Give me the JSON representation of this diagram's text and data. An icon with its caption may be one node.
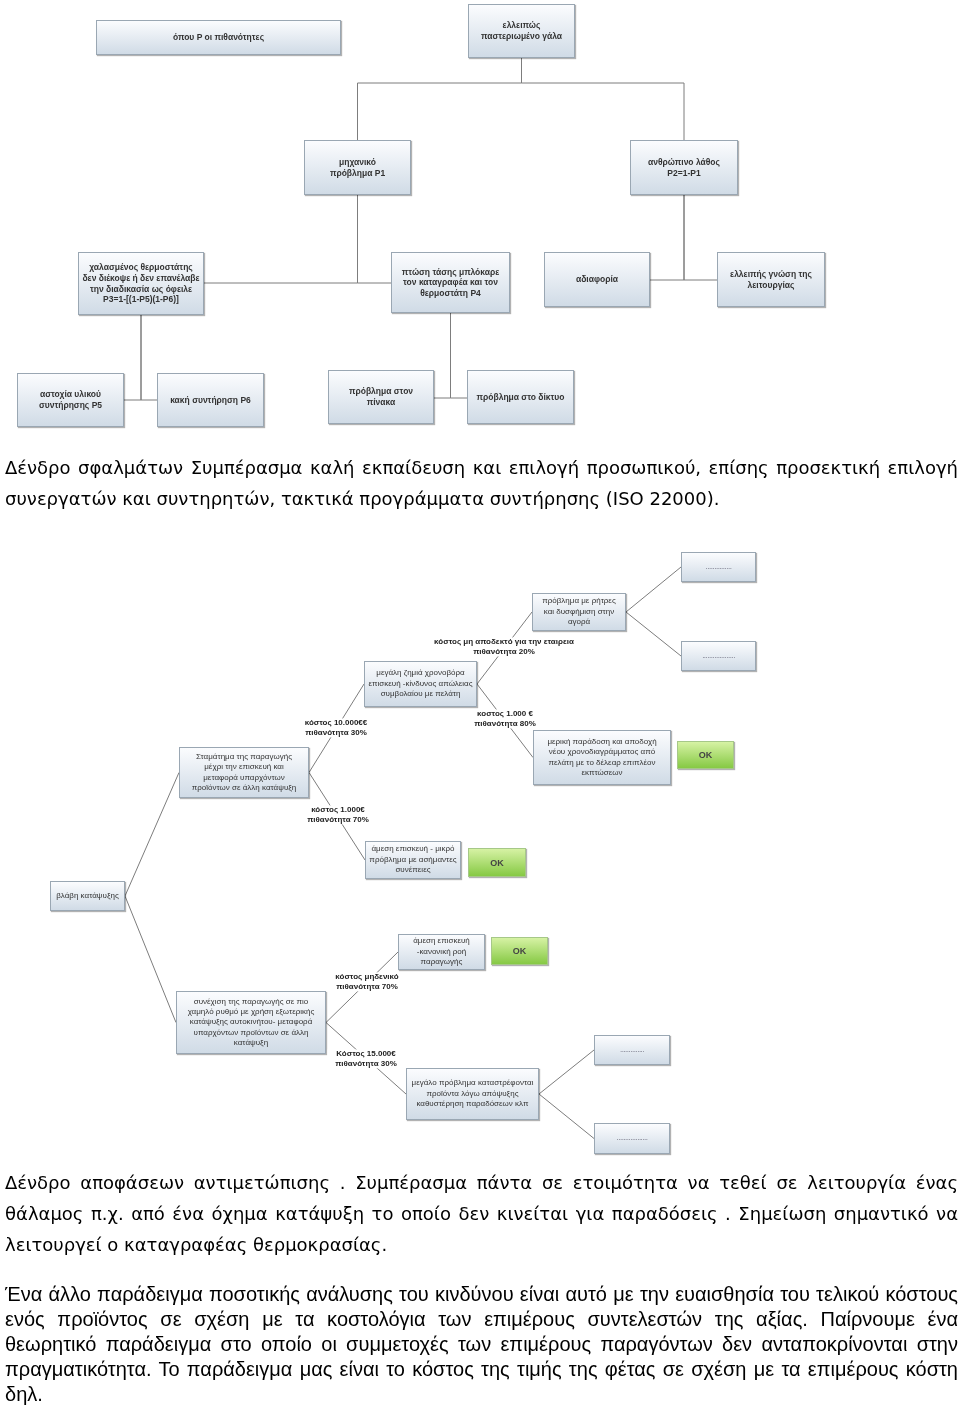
{
  "diagram": {
    "nodes": [
      {
        "text": [
          "όπου P οι πιθανότητες"
        ]
      },
      {
        "text": [
          "ελλειπώς παστεριωμένο γάλα"
        ]
      },
      {
        "text": [
          "μηχανικό πρόβλημα P1"
        ]
      },
      {
        "text": [
          "ανθρώπινο λάθος P2=1-P1"
        ]
      },
      {
        "text": [
          "χαλασμένος θερμοστάτης δεν διέκοψε ή δεν επανέλαβε την διαδικασία ως όφειλε P3=1-[(1-P5)(1-P6)]"
        ]
      },
      {
        "text": [
          "πτώση τάσης μπλόκαρε τον καταγραφέα και τον θερμοστάτη P4"
        ]
      },
      {
        "text": [
          "αδιαφορία"
        ]
      },
      {
        "text": [
          "ελλειπής γνώση της λειτουργίας"
        ]
      },
      {
        "text": [
          "αστοχία υλικού συντήρησης P5"
        ]
      },
      {
        "text": [
          "κακή συντήρηση P6"
        ]
      },
      {
        "text": [
          "πρόβλημα στον πίνακα"
        ]
      },
      {
        "text": [
          "πρόβλημα στο δίκτυο"
        ]
      },
      {
        "text": [
          "βλάβη κατάψυξης"
        ]
      },
      {
        "text": [
          "Σταμάτημα της παραγωγής μέχρι την επισκευή και μεταφορά υπαρχόντων προϊόντων σε άλλη κατάψυξη"
        ]
      },
      {
        "text": [
          "μεγάλη ζημιά χρονοβόρα επισκευή -κίνδυνος απώλειας συμβολαίου με πελάτη"
        ]
      },
      {
        "text": [
          "πρόβλημα με ρήτρες και δυσφήμιση στην αγορά"
        ]
      },
      {
        "text": [
          "..............."
        ]
      },
      {
        "text": [
          "..................."
        ]
      },
      {
        "text": [
          "μερική παράδοση και αποδοχή νέου χρονοδιαγράμματος από πελάτη με το δέλεαρ επιπλέον εκπτώσεων"
        ]
      },
      {
        "text": [
          "OK"
        ]
      },
      {
        "text": [
          "άμεση επισκευή - μικρό πρόβλημα με ασήμαντες συνέπειες"
        ]
      },
      {
        "text": [
          "OK"
        ]
      },
      {
        "text": [
          "συνέχιση της παραγωγής σε πιο χαμηλό ρυθμό με χρήση εξωτερικής κατάψυξης αυτοκινήτου- μεταφορά υπαρχόντων προϊόντων σε άλλη κατάψυξη"
        ]
      },
      {
        "text": [
          "άμεση επισκευή -κανονική ροή παραγωγής"
        ]
      },
      {
        "text": [
          "OK"
        ]
      },
      {
        "text": [
          "μεγάλο πρόβλημα καταστρέφονται προϊόντα λόγω απόψυξης καθυστέρηση παραδόσεων κλπ"
        ]
      },
      {
        "text": [
          ".............."
        ]
      },
      {
        "text": [
          ".................."
        ]
      }
    ],
    "edges": [
      {
        "from": 1,
        "to": 2,
        "arrow": "none"
      },
      {
        "from": 1,
        "to": 3,
        "arrow": "none"
      },
      {
        "from": 2,
        "to": 4,
        "arrow": "none"
      },
      {
        "from": 2,
        "to": 5,
        "arrow": "none"
      },
      {
        "from": 3,
        "to": 6,
        "arrow": "none"
      },
      {
        "from": 3,
        "to": 7,
        "arrow": "none"
      },
      {
        "from": 4,
        "to": 8,
        "arrow": "none"
      },
      {
        "from": 4,
        "to": 9,
        "arrow": "none"
      },
      {
        "from": 5,
        "to": 10,
        "arrow": "none"
      },
      {
        "from": 5,
        "to": 11,
        "arrow": "none"
      },
      {
        "from": 12,
        "to": 13,
        "arrow": "none"
      },
      {
        "from": 13,
        "to": 14,
        "arrow": "none",
        "label": "κόστος 10.000€€ πιθανότητα 30%"
      },
      {
        "from": 14,
        "to": 15,
        "arrow": "none",
        "label": "κόστος μη αποδεκτό για την εταιρεια πιθανότητα 20%"
      },
      {
        "from": 15,
        "to": 16,
        "arrow": "none"
      },
      {
        "from": 15,
        "to": 17,
        "arrow": "none"
      },
      {
        "from": 14,
        "to": 18,
        "arrow": "none",
        "label": "κοστος 1.000 € πιθανότητα 80%"
      },
      {
        "from": 13,
        "to": 20,
        "arrow": "none",
        "label": "κόστος 1.000€ πιθανότητα 70%"
      },
      {
        "from": 12,
        "to": 22,
        "arrow": "none"
      },
      {
        "from": 22,
        "to": 23,
        "arrow": "none",
        "label": "κόστος μηδενικό πιθανότητα 70%"
      },
      {
        "from": 22,
        "to": 25,
        "arrow": "none",
        "label": "Κόστος 15.000€ πιθανότητα 30%"
      },
      {
        "from": 25,
        "to": 26,
        "arrow": "none"
      },
      {
        "from": 25,
        "to": 27,
        "arrow": "none"
      }
    ],
    "labels": [
      "Δένδρο σφαλμάτων Συμπέρασμα καλή εκπαίδευση και επιλογή προσωπικού, επίσης προσεκτική επιλογή συνεργατών και συντηρητών, τακτικά προγράμματα συντήρησης (ISO 22000).",
      "Δένδρο αποφάσεων αντιμετώπισης . Συμπέρασμα πάντα σε ετοιμότητα να τεθεί σε λειτουργία ένας θάλαμος π.χ. από ένα όχημα κατάψυξη το οποίο δεν κινείται για παραδόσεις . Σημείωση σημαντικό να λειτουργεί ο καταγραφέας θερμοκρασίας.",
      "Ένα άλλο παράδειγμα ποσοτικής ανάλυσης του κινδύνου είναι αυτό με την ευαισθησία του τελικού κόστους ενός προϊόντος σε σχέση με τα κοστολόγια των επιμέρους συντελεστών της αξίας. Παίρνουμε ένα θεωρητικό παράδειγμα στο οποίο οι συμμετοχές των επιμέρους παραγόντων δεν ανταποκρίνονται στην πραγματικότητα. Το παράδειγμα μας είναι το κόστος της τιμής της φέτας σε σχέση με τα επιμέρους κόστη δηλ."
    ]
  }
}
